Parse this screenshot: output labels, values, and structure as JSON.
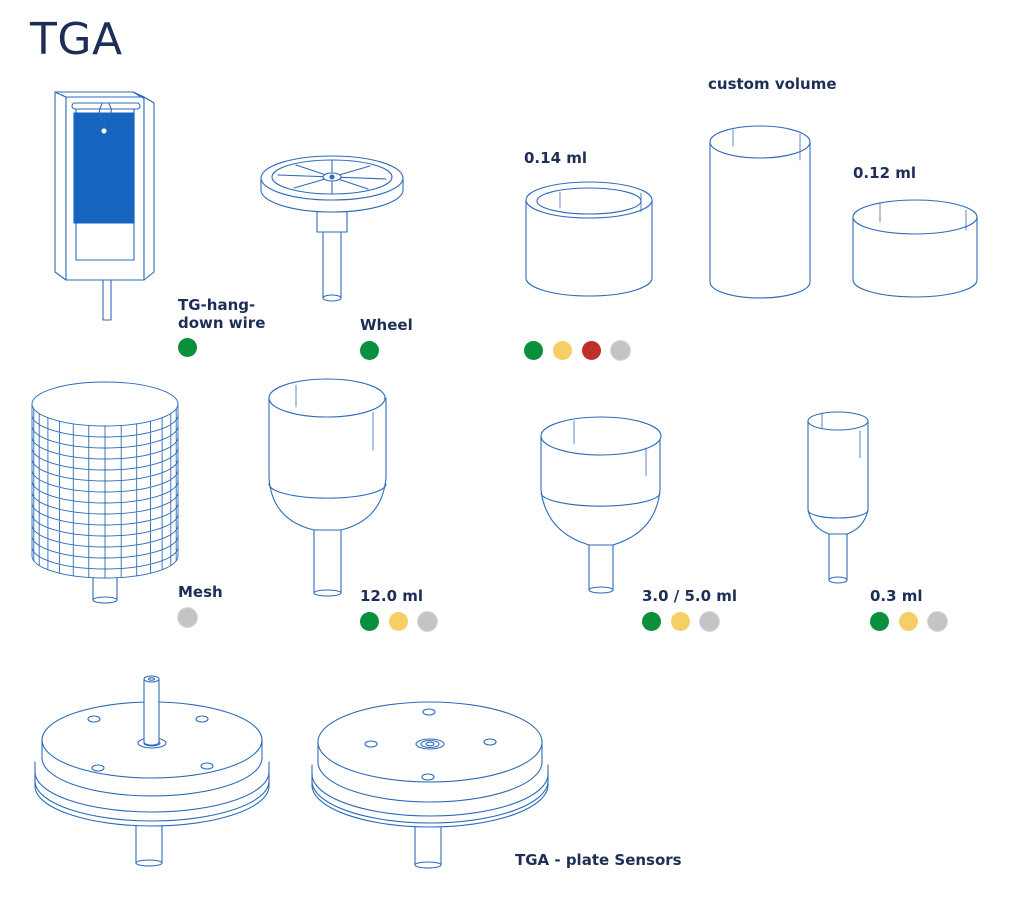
{
  "title": "TGA",
  "colors": {
    "line": "#2d6bb8",
    "navy": "#1d2f57",
    "blue_fill": "#1565c0",
    "green": "#0a8f3c",
    "yellow": "#f5cf66",
    "red": "#c0302a",
    "grey": "#c4c4c4"
  },
  "items": {
    "hang_down_wire": {
      "label": "TG-hang-\ndown wire",
      "status": [
        "green"
      ]
    },
    "wheel": {
      "label": "Wheel",
      "status": [
        "green"
      ]
    },
    "crucible_014": {
      "label": "0.14 ml"
    },
    "crucible_custom": {
      "label": "custom volume"
    },
    "crucible_012": {
      "label": "0.12 ml"
    },
    "crucible_group_status": [
      "green",
      "yellow",
      "red",
      "grey"
    ],
    "mesh": {
      "label": "Mesh",
      "status": [
        "grey"
      ]
    },
    "cup_12": {
      "label": "12.0 ml",
      "status": [
        "green",
        "yellow",
        "grey"
      ]
    },
    "cup_3_5": {
      "label": "3.0 / 5.0 ml",
      "status": [
        "green",
        "yellow",
        "grey"
      ]
    },
    "cup_03": {
      "label": "0.3 ml",
      "status": [
        "green",
        "yellow",
        "grey"
      ]
    },
    "plate_sensors": {
      "label": "TGA - plate Sensors"
    }
  }
}
